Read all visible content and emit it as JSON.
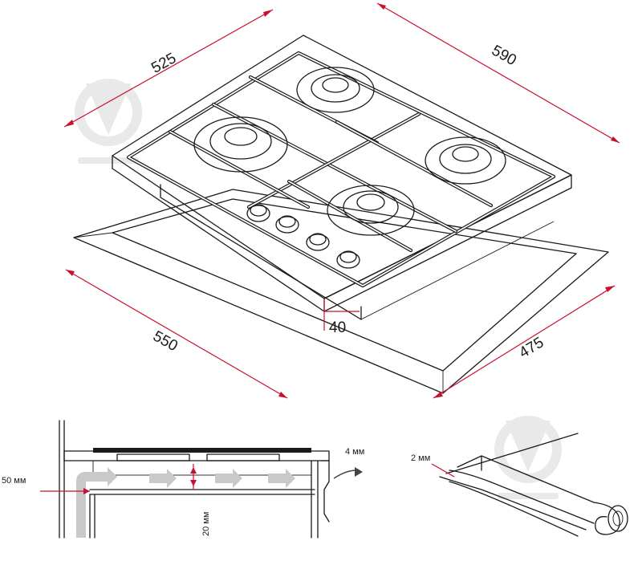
{
  "dimensions": {
    "width_top": "525",
    "depth_top": "590",
    "cutout_width": "550",
    "cutout_depth": "475",
    "offset": "40"
  },
  "section_labels": {
    "side_gap": "50 мм",
    "vent_gap": "4 мм",
    "bottom_gap": "20 мм",
    "seal": "2 мм"
  },
  "colors": {
    "dimension": "#c8102e",
    "outline": "#1a1a1a",
    "airflow": "#c9c9c9",
    "watermark": "#e9e9e9"
  },
  "icons": [
    "watermark-logo-icon",
    "airflow-arrow-icon"
  ]
}
